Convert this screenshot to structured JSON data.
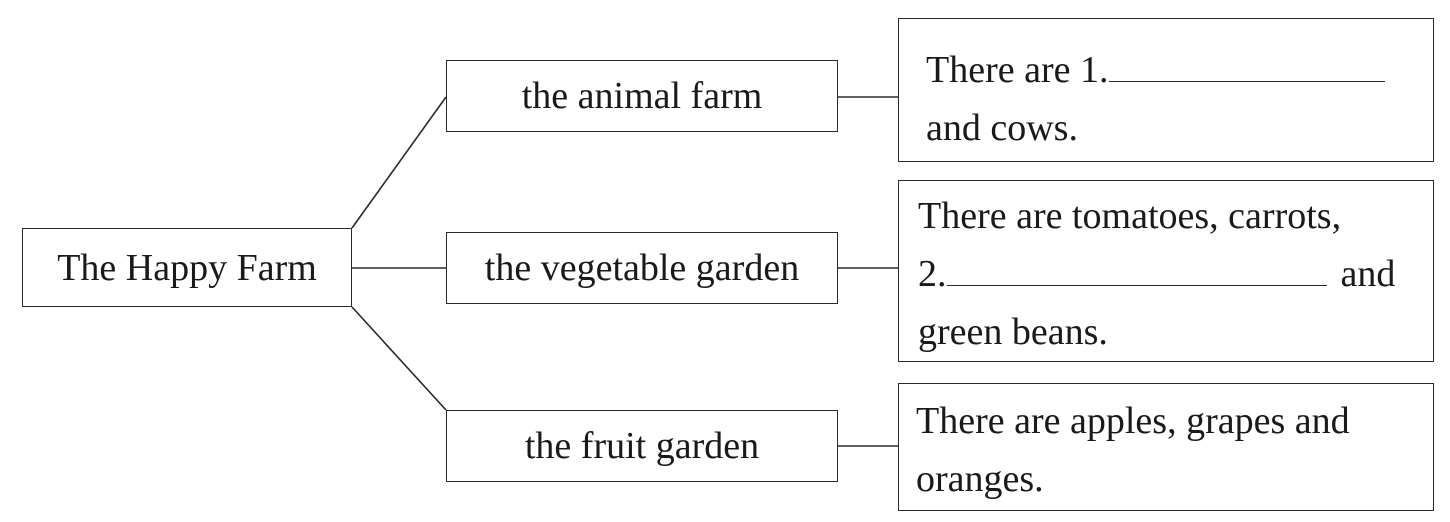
{
  "root": {
    "label": "The Happy Farm"
  },
  "branches": [
    {
      "label": "the animal farm",
      "detail": {
        "line1_prefix": "There are 1.",
        "line2": "and cows."
      }
    },
    {
      "label": "the vegetable garden",
      "detail": {
        "line1": "There are tomatoes, carrots,",
        "line2_prefix": "2.",
        "line2_suffix": "and",
        "line3": "green beans."
      }
    },
    {
      "label": "the fruit garden",
      "detail": {
        "line1": "There are apples, grapes and",
        "line2": "oranges."
      }
    }
  ]
}
